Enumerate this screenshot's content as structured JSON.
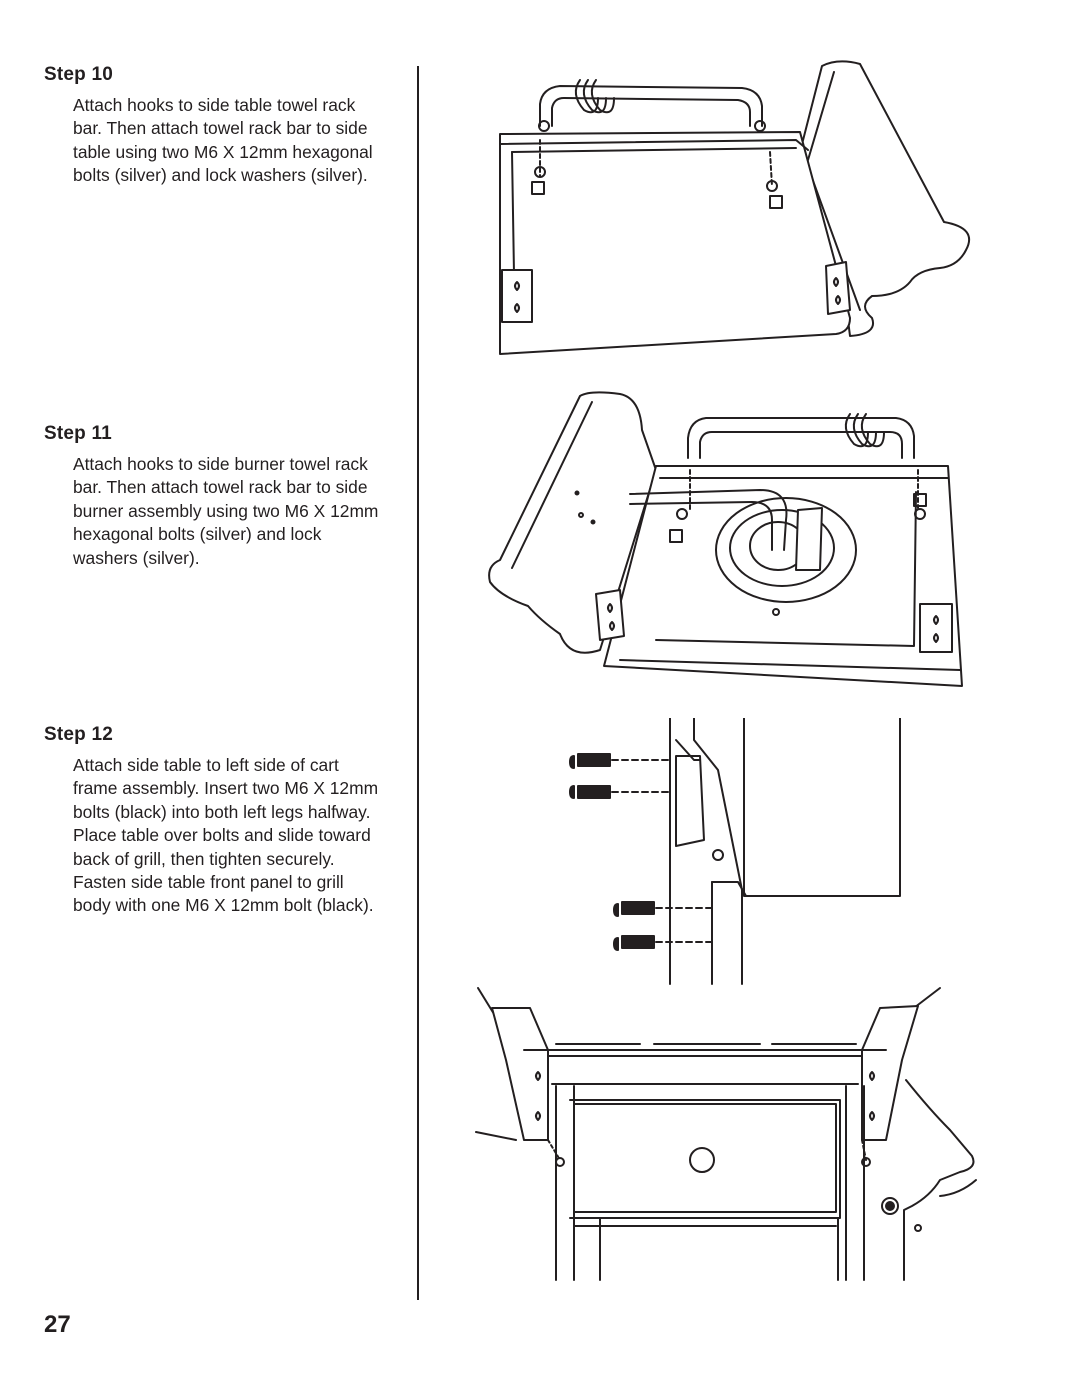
{
  "steps": [
    {
      "title": "Step 10",
      "text": "Attach hooks to side table towel rack bar. Then attach towel rack bar to side table using two M6 X 12mm hexagonal bolts (silver) and lock washers (silver)."
    },
    {
      "title": "Step 11",
      "text": "Attach hooks to side burner towel rack bar. Then attach towel rack bar to side burner assembly using two M6 X 12mm hexagonal bolts (silver) and lock washers (silver)."
    },
    {
      "title": "Step 12",
      "text": "Attach side table to left side of cart frame assembly. Insert two M6 X 12mm bolts (black) into both left legs halfway. Place table over bolts and slide toward back of grill, then tighten securely. Fasten side table front panel to grill body with one M6 X 12mm bolt (black)."
    }
  ],
  "page_number": "27"
}
